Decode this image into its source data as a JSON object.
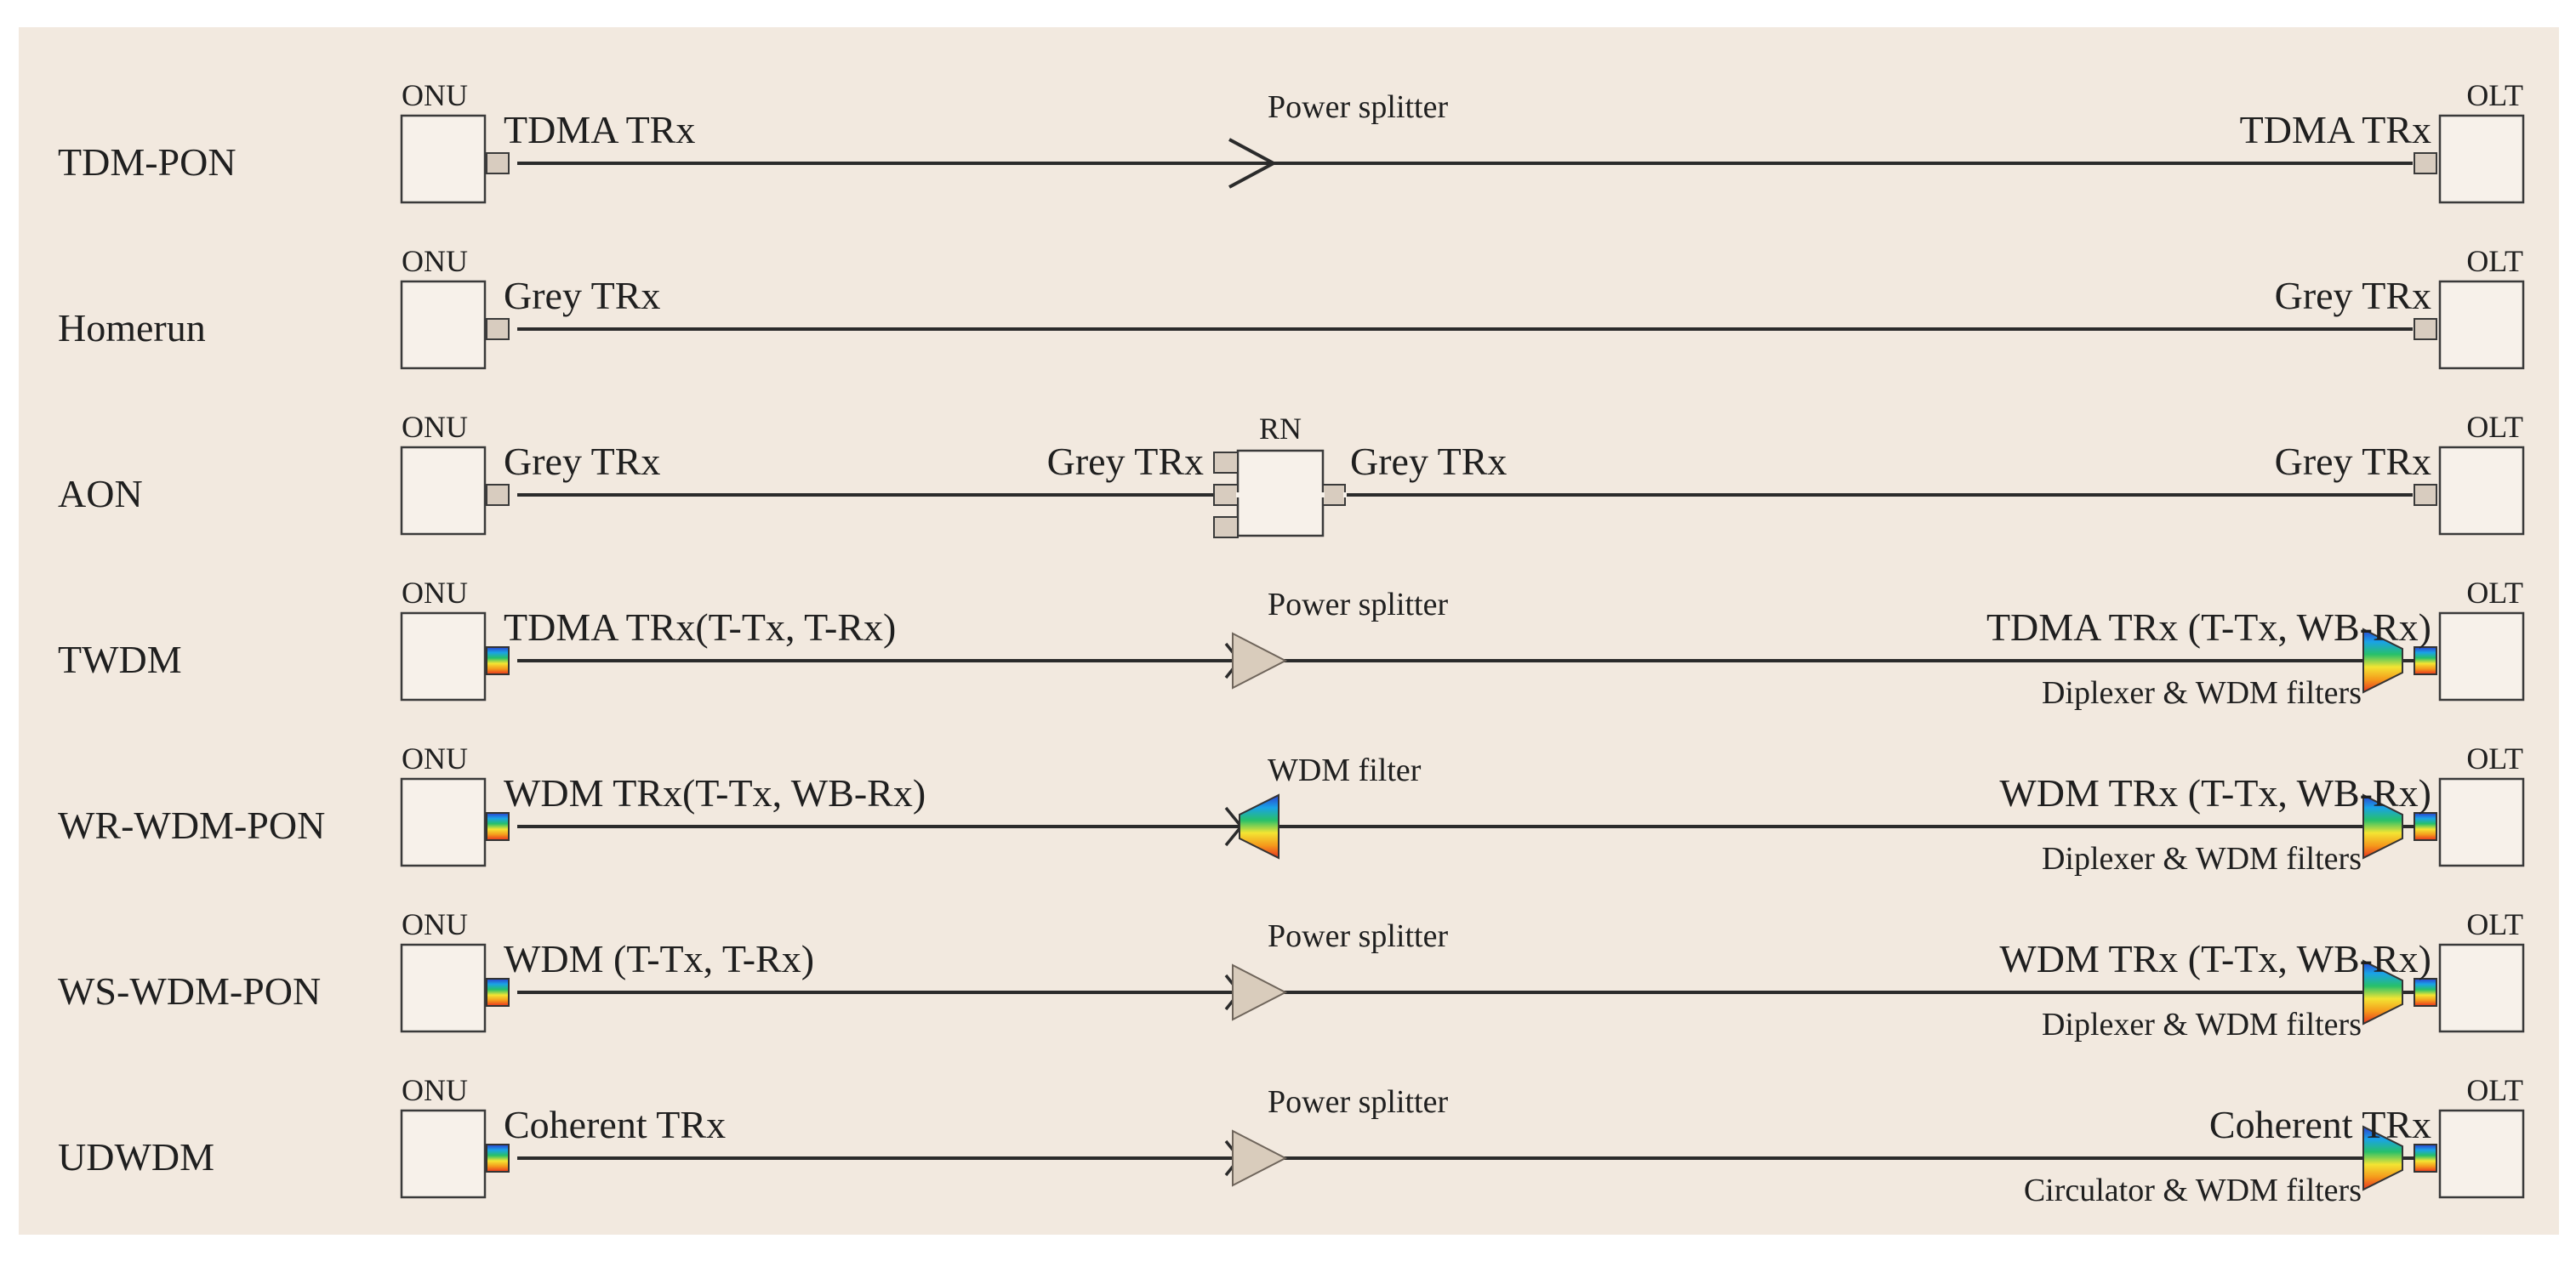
{
  "colors": {
    "panel_bg": "#f2e9df",
    "box_border": "#3a3a3a",
    "line": "#2b2b2b",
    "port_fill": "#d8ccbf",
    "splitter_fill": "#d9ccbc",
    "spectrum": [
      "#2a3fd0",
      "#1aa3e6",
      "#27c06a",
      "#f3e533",
      "#f59a1c",
      "#e8321f"
    ]
  },
  "rows": [
    {
      "name": "TDM-PON",
      "onu_label": "ONU",
      "olt_label": "OLT",
      "onu_trx": "TDMA TRx",
      "olt_trx": "TDMA TRx",
      "mid_label": "Power splitter",
      "mid_kind": "chevron",
      "onu_port": "plain",
      "olt_port": "plain",
      "olt_filter": false,
      "bottom_note": ""
    },
    {
      "name": "Homerun",
      "onu_label": "ONU",
      "olt_label": "OLT",
      "onu_trx": "Grey TRx",
      "olt_trx": "Grey TRx",
      "mid_label": "",
      "mid_kind": "none",
      "onu_port": "plain",
      "olt_port": "plain",
      "olt_filter": false,
      "bottom_note": ""
    },
    {
      "name": "AON",
      "onu_label": "ONU",
      "olt_label": "OLT",
      "onu_trx": "Grey TRx",
      "olt_trx": "Grey TRx",
      "mid_label": "RN",
      "mid_kind": "rn",
      "rn_left_trx": "Grey TRx",
      "rn_right_trx": "Grey TRx",
      "onu_port": "plain",
      "olt_port": "plain",
      "olt_filter": false,
      "bottom_note": ""
    },
    {
      "name": "TWDM",
      "onu_label": "ONU",
      "olt_label": "OLT",
      "onu_trx": "TDMA TRx(T-Tx, T-Rx)",
      "olt_trx": "TDMA TRx (T-Tx, WB-Rx)",
      "mid_label": "Power splitter",
      "mid_kind": "triangle",
      "onu_port": "color",
      "olt_port": "color",
      "olt_filter": true,
      "bottom_note": "Diplexer & WDM filters"
    },
    {
      "name": "WR-WDM-PON",
      "onu_label": "ONU",
      "olt_label": "OLT",
      "onu_trx": "WDM TRx(T-Tx, WB-Rx)",
      "olt_trx": "WDM TRx (T-Tx, WB-Rx)",
      "mid_label": "WDM filter",
      "mid_kind": "wdm",
      "onu_port": "color",
      "olt_port": "color",
      "olt_filter": true,
      "bottom_note": "Diplexer & WDM filters"
    },
    {
      "name": "WS-WDM-PON",
      "onu_label": "ONU",
      "olt_label": "OLT",
      "onu_trx": "WDM (T-Tx, T-Rx)",
      "olt_trx": "WDM TRx (T-Tx, WB-Rx)",
      "mid_label": "Power splitter",
      "mid_kind": "triangle",
      "onu_port": "color",
      "olt_port": "color",
      "olt_filter": true,
      "bottom_note": "Diplexer & WDM filters"
    },
    {
      "name": "UDWDM",
      "onu_label": "ONU",
      "olt_label": "OLT",
      "onu_trx": "Coherent TRx",
      "olt_trx": "Coherent TRx",
      "mid_label": "Power splitter",
      "mid_kind": "triangle",
      "onu_port": "color",
      "olt_port": "color",
      "olt_filter": true,
      "bottom_note": "Circulator & WDM filters"
    }
  ]
}
